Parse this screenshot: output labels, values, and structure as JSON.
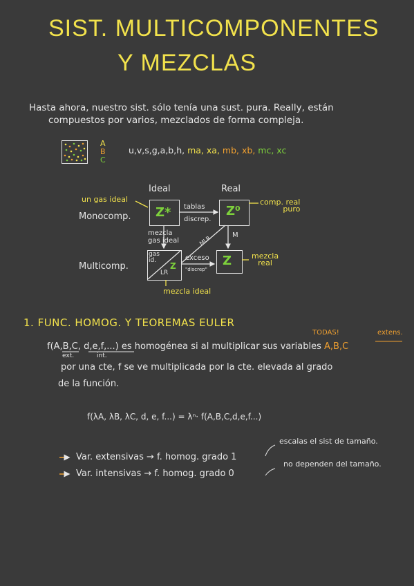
{
  "title": {
    "line1": "SIST. MULTICOMPONENTES",
    "line2": "Y  MEZCLAS"
  },
  "intro": {
    "line1": "Hasta ahora, nuestro sist. sólo tenía una sust. pura. Really, están",
    "line2": "compuestos por varios, mezclados de forma compleja."
  },
  "legend": {
    "a": "A",
    "b": "B",
    "c": "C",
    "vars_white": "u,v,s,g,a,b,h,",
    "ma": "ma,",
    "xa": "xa,",
    "mb": "mb,",
    "xb": "xb,",
    "mc": "mc,",
    "xc": "xc"
  },
  "diagram": {
    "ideal": "Ideal",
    "real": "Real",
    "monocomp": "Monocomp.",
    "multicomp": "Multicomp.",
    "un_gas_ideal": "un gas ideal",
    "comp_real_puro": "comp. real\npuro",
    "mezcla_real": "mezcla\nreal",
    "mezcla_ideal": "mezcla ideal",
    "tablas": "tablas",
    "discrep": "discrep.",
    "mezcla_gas_ideal": "mezcla\ngas ideal",
    "mlr": "MLR",
    "m": "M",
    "exceso": "exceso",
    "discrep_q": "\"discrep\"",
    "gas_id": "gas\nid.",
    "lr": "LR",
    "z_star": "Z*",
    "z_zero": "Z⁰",
    "z": "Z"
  },
  "section1": {
    "heading": "1. FUNC. HOMOG. Y TEOREMAS EULER",
    "todas": "TODAS!",
    "extens": "extens.",
    "abc": "A,B,C",
    "f_expr": "f(A,B,C, d,e,f,...)",
    "ext": "ext.",
    "int": "int.",
    "line1_rest": "es homogénea si al multiplicar sus variables",
    "line2": "por una cte, f se ve multiplicada por la cte. elevada al grado",
    "line3": "de la función.",
    "formula": "f(λA, λB, λC, d, e, f...) = λⁿ· f(A,B,C,d,e,f...)",
    "ext_vars": "Var. extensivas → f. homog. grado 1",
    "int_vars": "Var. intensivas → f. homog. grado 0",
    "escalas": "escalas el sist de tamaño.",
    "no_dependen": "no dependen del tamaño."
  },
  "colors": {
    "background": "#3a3a3a",
    "yellow": "#f2e24c",
    "orange": "#f0a030",
    "green": "#7ed23c",
    "text": "#e6e6e6"
  }
}
